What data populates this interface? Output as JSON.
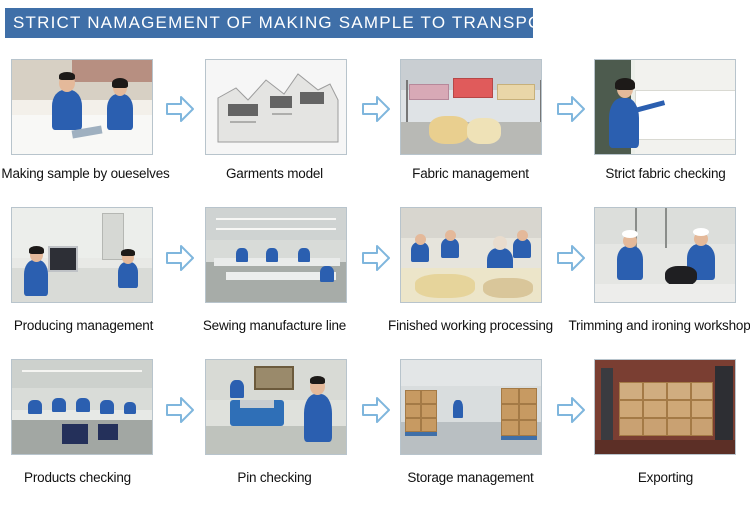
{
  "banner": {
    "title": "STRICT  NAMAGEMENT  OF  MAKING  SAMPLE  TO  TRANSPORTATON"
  },
  "colors": {
    "banner_bg": "#3f6fa8",
    "arrow": "#7fb6dd"
  },
  "rows": [
    {
      "steps": [
        {
          "caption": "Making sample by oueselves",
          "photo": "sample-making-photo"
        },
        {
          "caption": "Garments model",
          "photo": "garment-model-photo"
        },
        {
          "caption": "Fabric management",
          "photo": "fabric-warehouse-photo"
        },
        {
          "caption": "Strict fabric checking",
          "photo": "fabric-checking-photo"
        }
      ]
    },
    {
      "steps": [
        {
          "caption": "Producing management",
          "photo": "office-computer-photo"
        },
        {
          "caption": "Sewing manufacture line",
          "photo": "sewing-line-photo"
        },
        {
          "caption": "Finished working processing",
          "photo": "finishing-workers-photo"
        },
        {
          "caption": "Trimming and ironing workshop",
          "photo": "ironing-workshop-photo"
        }
      ]
    },
    {
      "steps": [
        {
          "caption": "Products checking",
          "photo": "inspection-line-photo"
        },
        {
          "caption": "Pin checking",
          "photo": "needle-detector-photo"
        },
        {
          "caption": "Storage management",
          "photo": "warehouse-cartons-photo"
        },
        {
          "caption": "Exporting",
          "photo": "container-loading-photo"
        }
      ]
    }
  ]
}
